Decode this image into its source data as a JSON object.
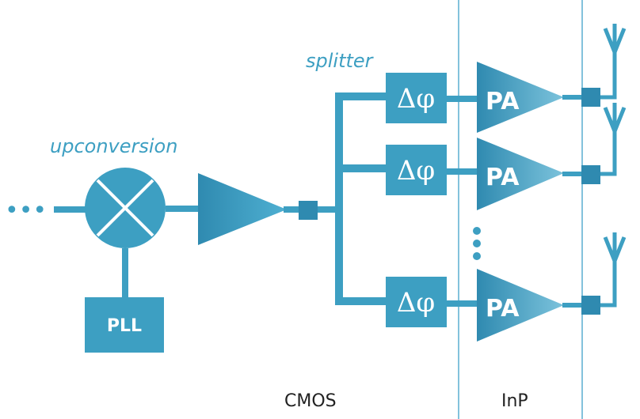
{
  "colors": {
    "block": "#3d9fc2",
    "block_dark": "#2f8ab0",
    "label_italic": "#3d9fc2",
    "divider": "#5aaed0",
    "tech_text": "#222222"
  },
  "labels": {
    "upconversion": "upconversion",
    "splitter": "splitter",
    "pll": "PLL",
    "pa": "PA",
    "phase_shifter": "Δφ",
    "input_dots": "•••",
    "cmos": "CMOS",
    "inp": "InP"
  },
  "icons": {
    "mixer": "mixer-x-icon",
    "antenna": "antenna-icon",
    "vertical_dots": "vertical-ellipsis-icon"
  }
}
